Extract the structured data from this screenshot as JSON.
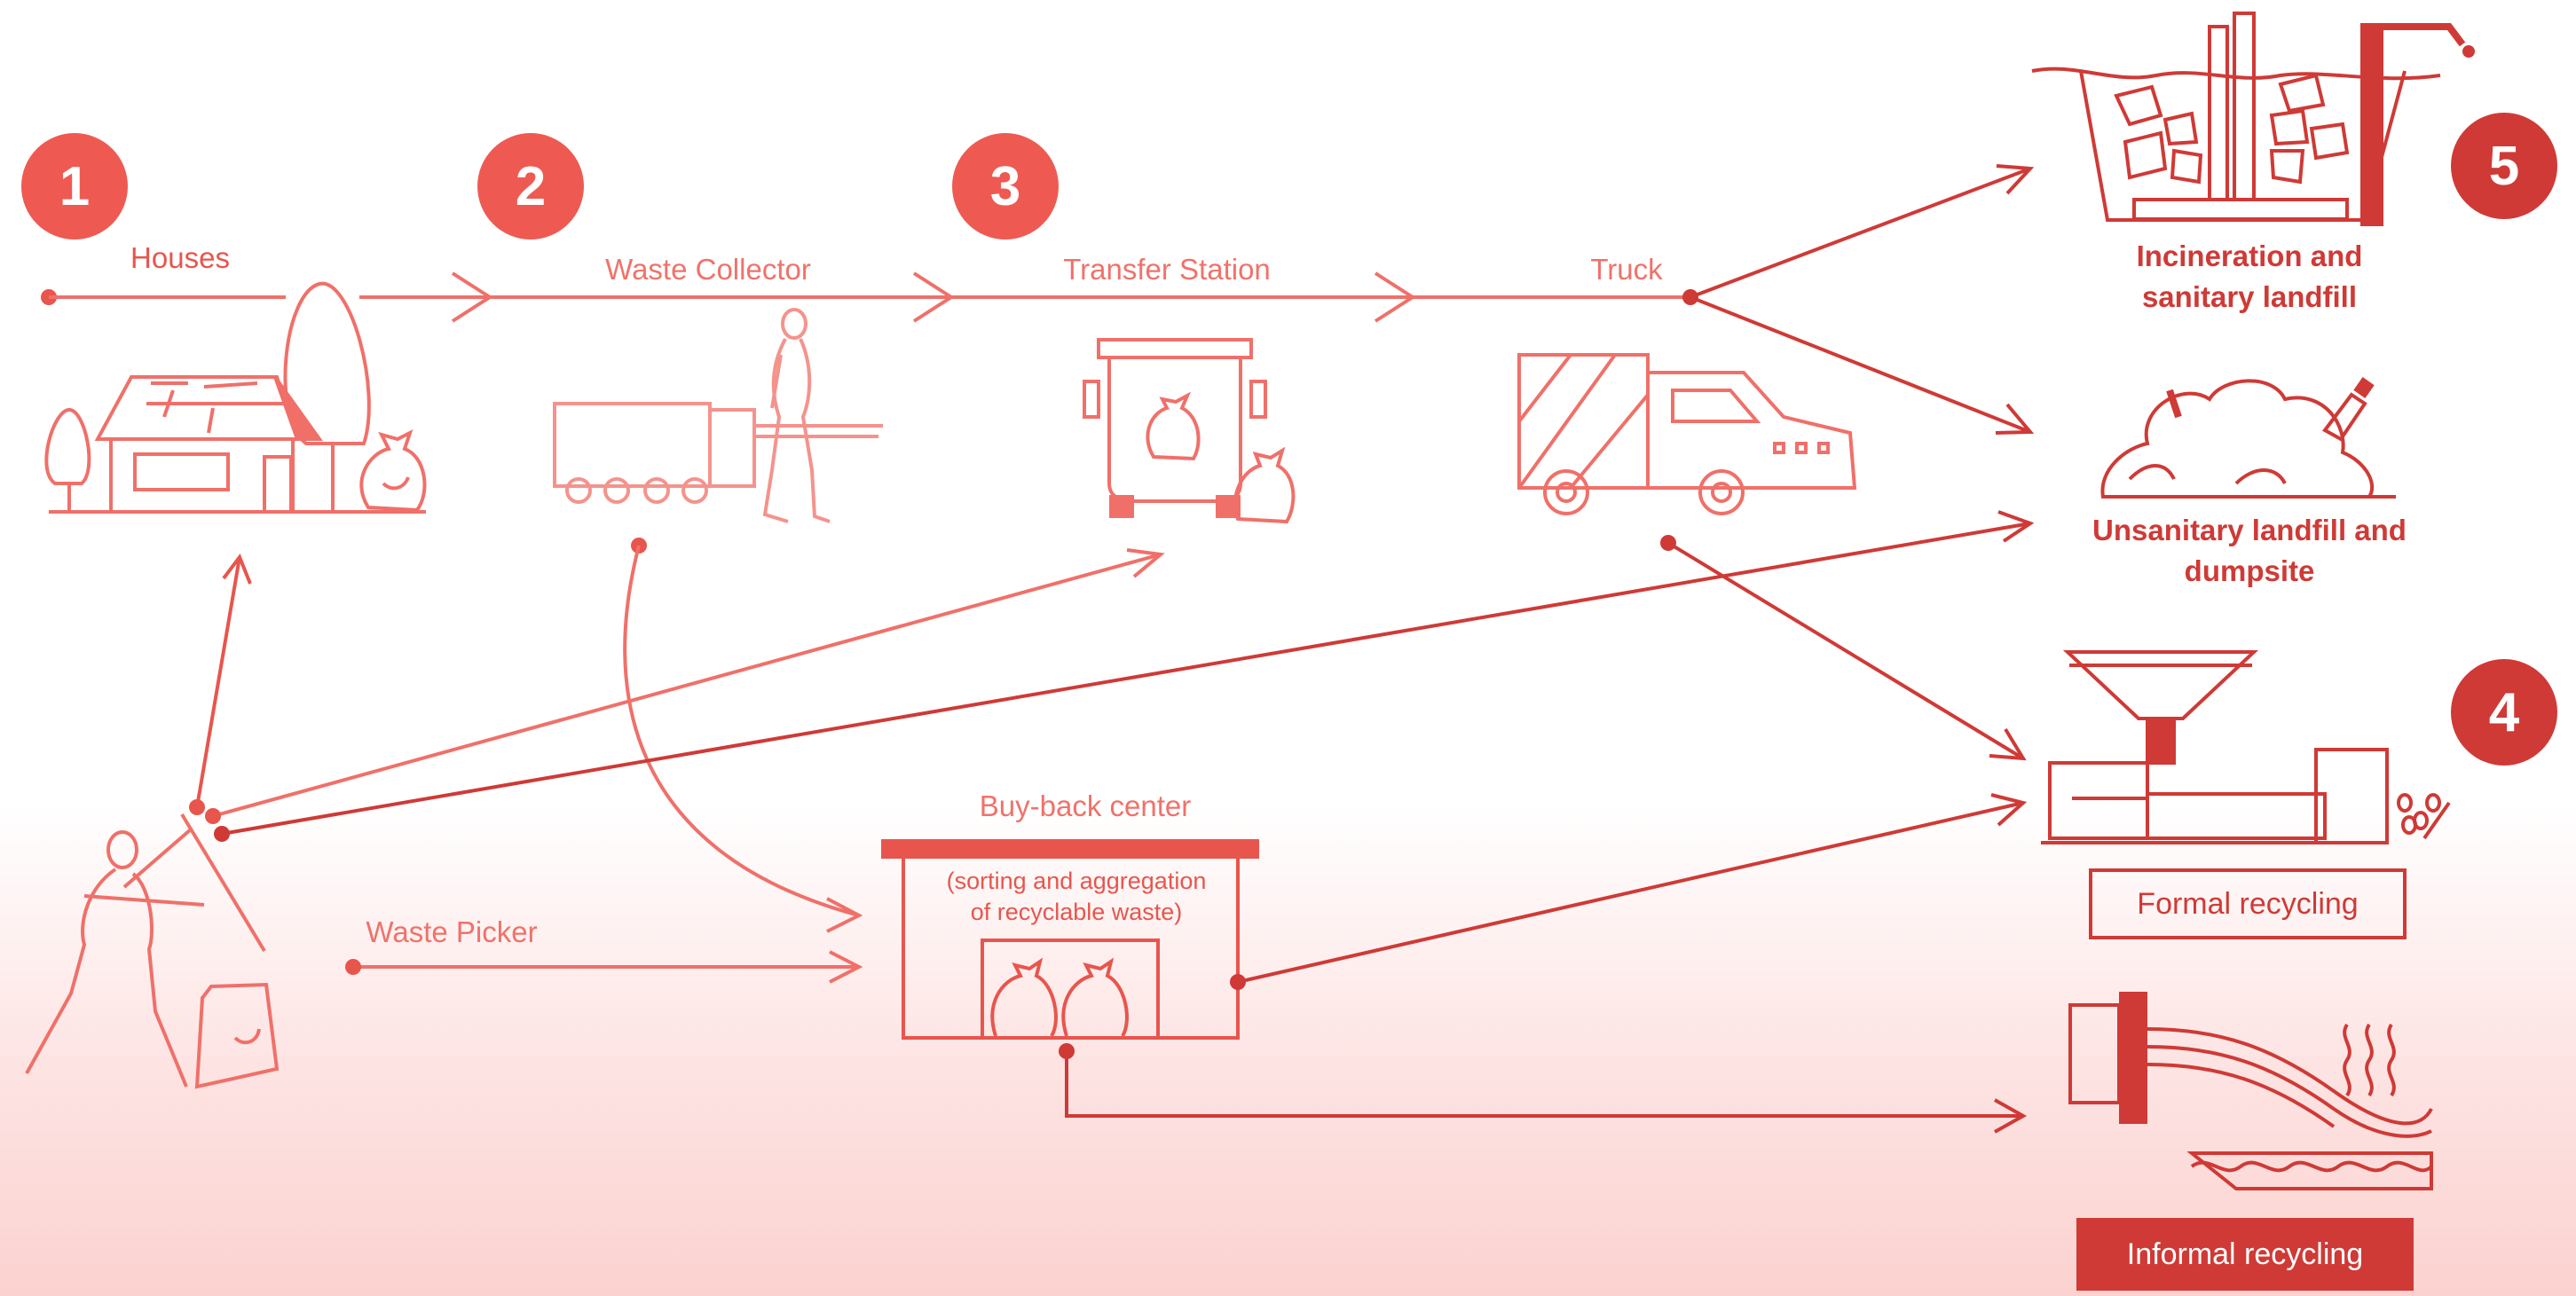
{
  "steps": [
    "1",
    "2",
    "3",
    "4",
    "5"
  ],
  "stages": {
    "houses": "Houses",
    "waste_collector": "Waste Collector",
    "transfer_station": "Transfer Station",
    "truck": "Truck"
  },
  "buy_back": {
    "title": "Buy-back center",
    "desc_line1": "(sorting and aggregation",
    "desc_line2": "of  recyclable waste)"
  },
  "waste_picker": "Waste Picker",
  "outcomes": {
    "incineration_line1": "Incineration and",
    "incineration_line2": "sanitary landfill",
    "unsanitary_line1": "Unsanitary landfill and",
    "unsanitary_line2": "dumpsite",
    "formal": "Formal recycling",
    "informal": "Informal recycling"
  },
  "colors": {
    "accent_light": "#f0726a",
    "accent_mid": "#e8554d",
    "accent_dark": "#cf3a36"
  },
  "icons": [
    "house-icon",
    "tree-icon",
    "garbage-bag-icon",
    "cart-icon",
    "worker-icon",
    "dumpster-icon",
    "truck-icon",
    "waste-picker-icon",
    "incineration-icon",
    "dump-icon",
    "recycling-machine-icon",
    "informal-recycling-icon"
  ]
}
